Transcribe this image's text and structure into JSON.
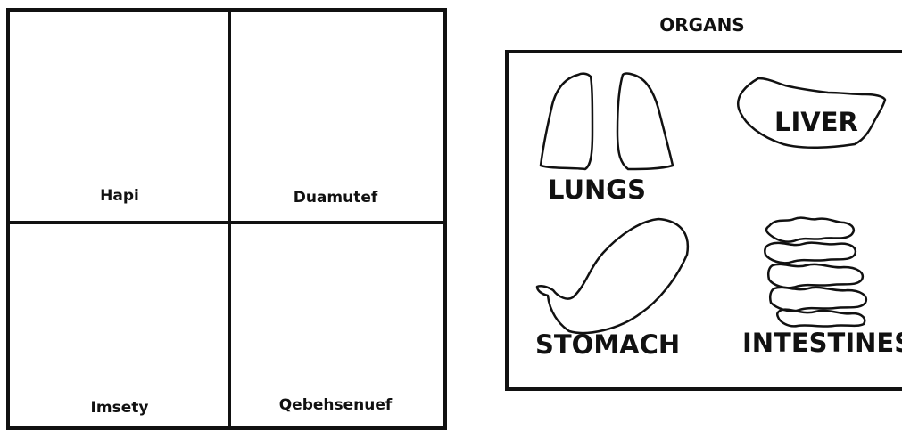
{
  "jars": [
    {
      "name": "Hapi"
    },
    {
      "name": "Duamutef"
    },
    {
      "name": "Imsety"
    },
    {
      "name": "Qebehsenuef"
    }
  ],
  "organs": {
    "title": "ORGANS",
    "items": [
      {
        "name": "LUNGS",
        "icon": "lungs-icon"
      },
      {
        "name": "LIVER",
        "icon": "liver-icon"
      },
      {
        "name": "STOMACH",
        "icon": "stomach-icon"
      },
      {
        "name": "INTESTINES",
        "icon": "intestines-icon"
      }
    ]
  }
}
